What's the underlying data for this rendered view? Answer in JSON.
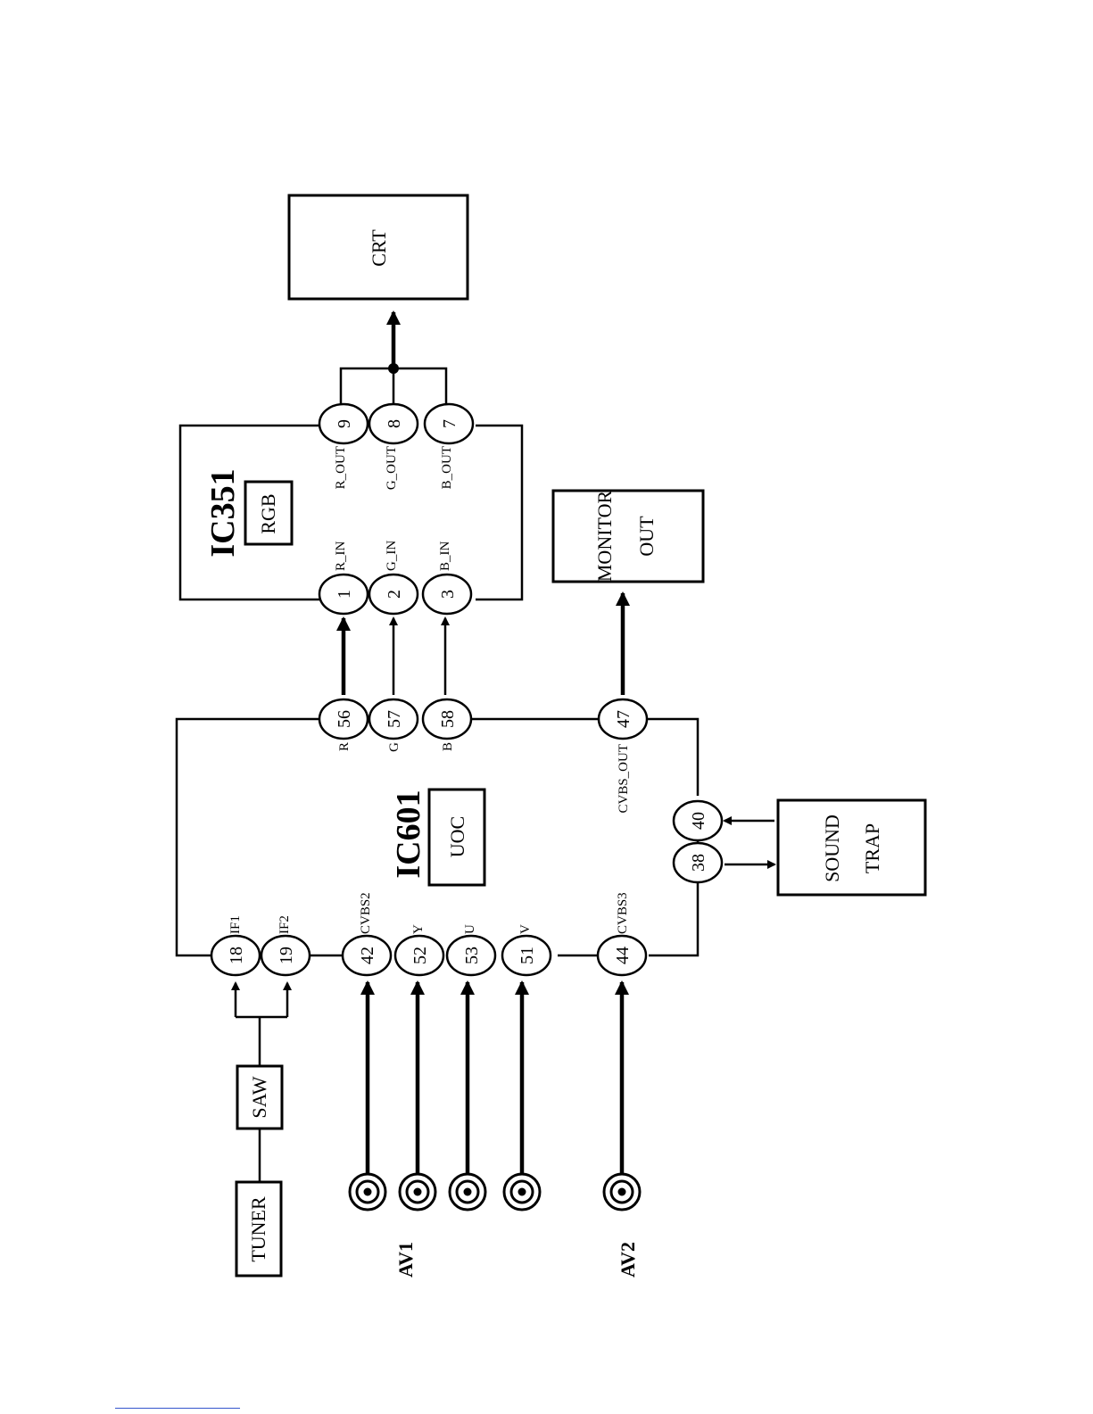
{
  "diagram": {
    "ic601": {
      "title": "IC601",
      "sub": "UOC"
    },
    "ic351": {
      "title": "IC351",
      "sub": "RGB"
    },
    "crt": {
      "label": "CRT"
    },
    "tuner": {
      "label": "TUNER"
    },
    "saw": {
      "label": "SAW"
    },
    "monitor_out": {
      "line1": "MONITOR",
      "line2": "OUT"
    },
    "sound_trap": {
      "line1": "SOUND",
      "line2": "TRAP"
    },
    "av1": {
      "label": "AV1"
    },
    "av2": {
      "label": "AV2"
    },
    "pins": {
      "p18": "18",
      "p19": "19",
      "p42": "42",
      "p52": "52",
      "p53": "53",
      "p51": "51",
      "p44": "44",
      "p38": "38",
      "p40": "40",
      "p56": "56",
      "p57": "57",
      "p58": "58",
      "p47": "47",
      "p1": "1",
      "p2": "2",
      "p3": "3",
      "p9": "9",
      "p8": "8",
      "p7": "7"
    },
    "pin_labels": {
      "if1": "IF1",
      "if2": "IF2",
      "cvbs2": "CVBS2",
      "y": "Y",
      "u": "U",
      "v": "V",
      "cvbs3": "CVBS3",
      "r": "R",
      "g": "G",
      "b": "B",
      "cvbs_out": "CVBS_OUT",
      "r_in": "R_IN",
      "g_in": "G_IN",
      "b_in": "B_IN",
      "r_out": "R_OUT",
      "g_out": "G_OUT",
      "b_out": "B_OUT"
    }
  }
}
